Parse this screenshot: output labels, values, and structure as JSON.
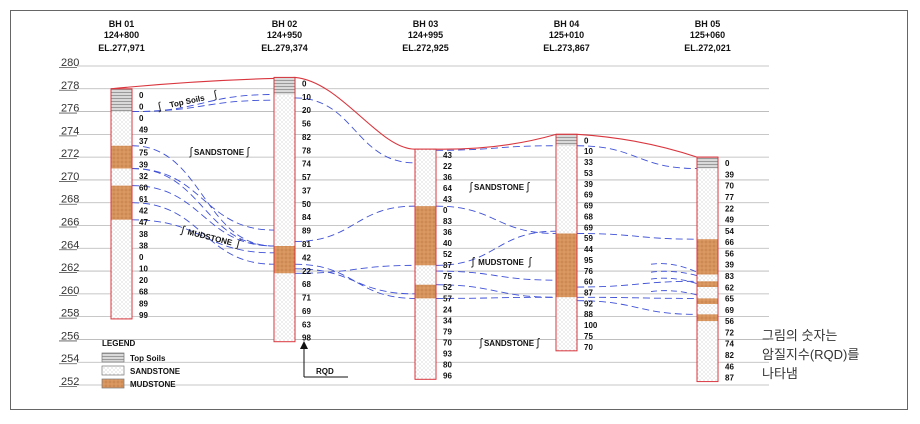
{
  "elevation_axis": {
    "min": 252,
    "max": 280,
    "ticks": [
      252,
      254,
      256,
      258,
      260,
      262,
      264,
      266,
      268,
      270,
      272,
      274,
      276,
      278,
      280
    ]
  },
  "boreholes": [
    {
      "id": "BH 01",
      "station": "124+800",
      "elevation_label": "EL.277,971",
      "top": 278.0,
      "bottom": 257.8,
      "layers": [
        {
          "type": "top_soil",
          "from": 278.0,
          "to": 276.0
        },
        {
          "type": "sandstone",
          "from": 276.0,
          "to": 273.0
        },
        {
          "type": "mudstone",
          "from": 273.0,
          "to": 271.0
        },
        {
          "type": "sandstone",
          "from": 271.0,
          "to": 269.5
        },
        {
          "type": "mudstone",
          "from": 269.5,
          "to": 266.5
        },
        {
          "type": "sandstone",
          "from": 266.5,
          "to": 257.8
        }
      ],
      "rqd": [
        "0",
        "0",
        "0",
        "49",
        "37",
        "75",
        "39",
        "32",
        "60",
        "61",
        "42",
        "47",
        "38",
        "38",
        "0",
        "10",
        "20",
        "68",
        "89",
        "99"
      ]
    },
    {
      "id": "BH 02",
      "station": "124+950",
      "elevation_label": "EL.279,374",
      "top": 279.0,
      "bottom": 255.8,
      "layers": [
        {
          "type": "top_soil",
          "from": 279.0,
          "to": 277.5
        },
        {
          "type": "sandstone",
          "from": 277.5,
          "to": 264.2
        },
        {
          "type": "mudstone",
          "from": 264.2,
          "to": 261.8
        },
        {
          "type": "sandstone",
          "from": 261.8,
          "to": 255.8
        }
      ],
      "rqd": [
        "0",
        "10",
        "20",
        "56",
        "82",
        "78",
        "74",
        "57",
        "37",
        "50",
        "84",
        "89",
        "81",
        "42",
        "22",
        "68",
        "71",
        "69",
        "63",
        "98"
      ]
    },
    {
      "id": "BH 03",
      "station": "124+995",
      "elevation_label": "EL.272,925",
      "top": 272.7,
      "bottom": 252.5,
      "layers": [
        {
          "type": "sandstone",
          "from": 272.7,
          "to": 267.7
        },
        {
          "type": "mudstone",
          "from": 267.7,
          "to": 262.5
        },
        {
          "type": "sandstone",
          "from": 262.5,
          "to": 260.8
        },
        {
          "type": "mudstone",
          "from": 260.8,
          "to": 259.6
        },
        {
          "type": "sandstone",
          "from": 259.6,
          "to": 252.5
        }
      ],
      "rqd": [
        "43",
        "22",
        "36",
        "64",
        "43",
        "0",
        "83",
        "36",
        "40",
        "52",
        "87",
        "75",
        "52",
        "57",
        "24",
        "34",
        "79",
        "70",
        "93",
        "80",
        "96"
      ]
    },
    {
      "id": "BH 04",
      "station": "125+010",
      "elevation_label": "EL.273,867",
      "top": 274.0,
      "bottom": 255.0,
      "layers": [
        {
          "type": "top_soil",
          "from": 274.0,
          "to": 273.0
        },
        {
          "type": "sandstone",
          "from": 273.0,
          "to": 265.3
        },
        {
          "type": "mudstone",
          "from": 265.3,
          "to": 259.7
        },
        {
          "type": "sandstone",
          "from": 259.7,
          "to": 255.0
        }
      ],
      "rqd": [
        "0",
        "10",
        "33",
        "53",
        "39",
        "69",
        "69",
        "68",
        "69",
        "59",
        "44",
        "95",
        "76",
        "60",
        "87",
        "92",
        "88",
        "100",
        "75",
        "70"
      ]
    },
    {
      "id": "BH 05",
      "station": "125+060",
      "elevation_label": "EL.272,021",
      "top": 272.0,
      "bottom": 252.3,
      "layers": [
        {
          "type": "top_soil",
          "from": 272.0,
          "to": 271.0
        },
        {
          "type": "sandstone",
          "from": 271.0,
          "to": 264.8
        },
        {
          "type": "mudstone",
          "from": 264.8,
          "to": 261.7
        },
        {
          "type": "sandstone",
          "from": 261.7,
          "to": 261.1
        },
        {
          "type": "mudstone",
          "from": 261.1,
          "to": 260.6
        },
        {
          "type": "sandstone",
          "from": 260.6,
          "to": 259.6
        },
        {
          "type": "mudstone",
          "from": 259.6,
          "to": 259.1
        },
        {
          "type": "sandstone",
          "from": 259.1,
          "to": 258.2
        },
        {
          "type": "mudstone",
          "from": 258.2,
          "to": 257.6
        },
        {
          "type": "sandstone",
          "from": 257.6,
          "to": 252.3
        }
      ],
      "rqd": [
        "0",
        "39",
        "70",
        "77",
        "22",
        "49",
        "54",
        "66",
        "56",
        "39",
        "83",
        "62",
        "65",
        "69",
        "56",
        "72",
        "74",
        "82",
        "46",
        "87"
      ]
    }
  ],
  "labels": {
    "top_soils": "Top Soils",
    "sandstone_upper_left": "SANDSTONE",
    "mudstone_left": "MUDSTONE",
    "sandstone_mid": "SANDSTONE",
    "mudstone_mid": "MUDSTONE",
    "sandstone_lower": "SANDSTONE",
    "rqd": "RQD"
  },
  "legend": {
    "title": "LEGEND",
    "items": [
      {
        "type": "top_soil",
        "label": "Top Soils"
      },
      {
        "type": "sandstone",
        "label": "SANDSTONE"
      },
      {
        "type": "mudstone",
        "label": "MUDSTONE"
      }
    ]
  },
  "note": {
    "line1": "그림의 숫자는",
    "line2": "암질지수(RQD)를",
    "line3": "나타냄"
  },
  "colors": {
    "ground_line": "#d9363e",
    "borehole_outline": "#d9363e",
    "boundary_dash": "#3f51d6",
    "mudstone_fill": "#d7935c",
    "top_soil_fill": "#c9c9c9",
    "gridline": "#b5b5b5"
  }
}
